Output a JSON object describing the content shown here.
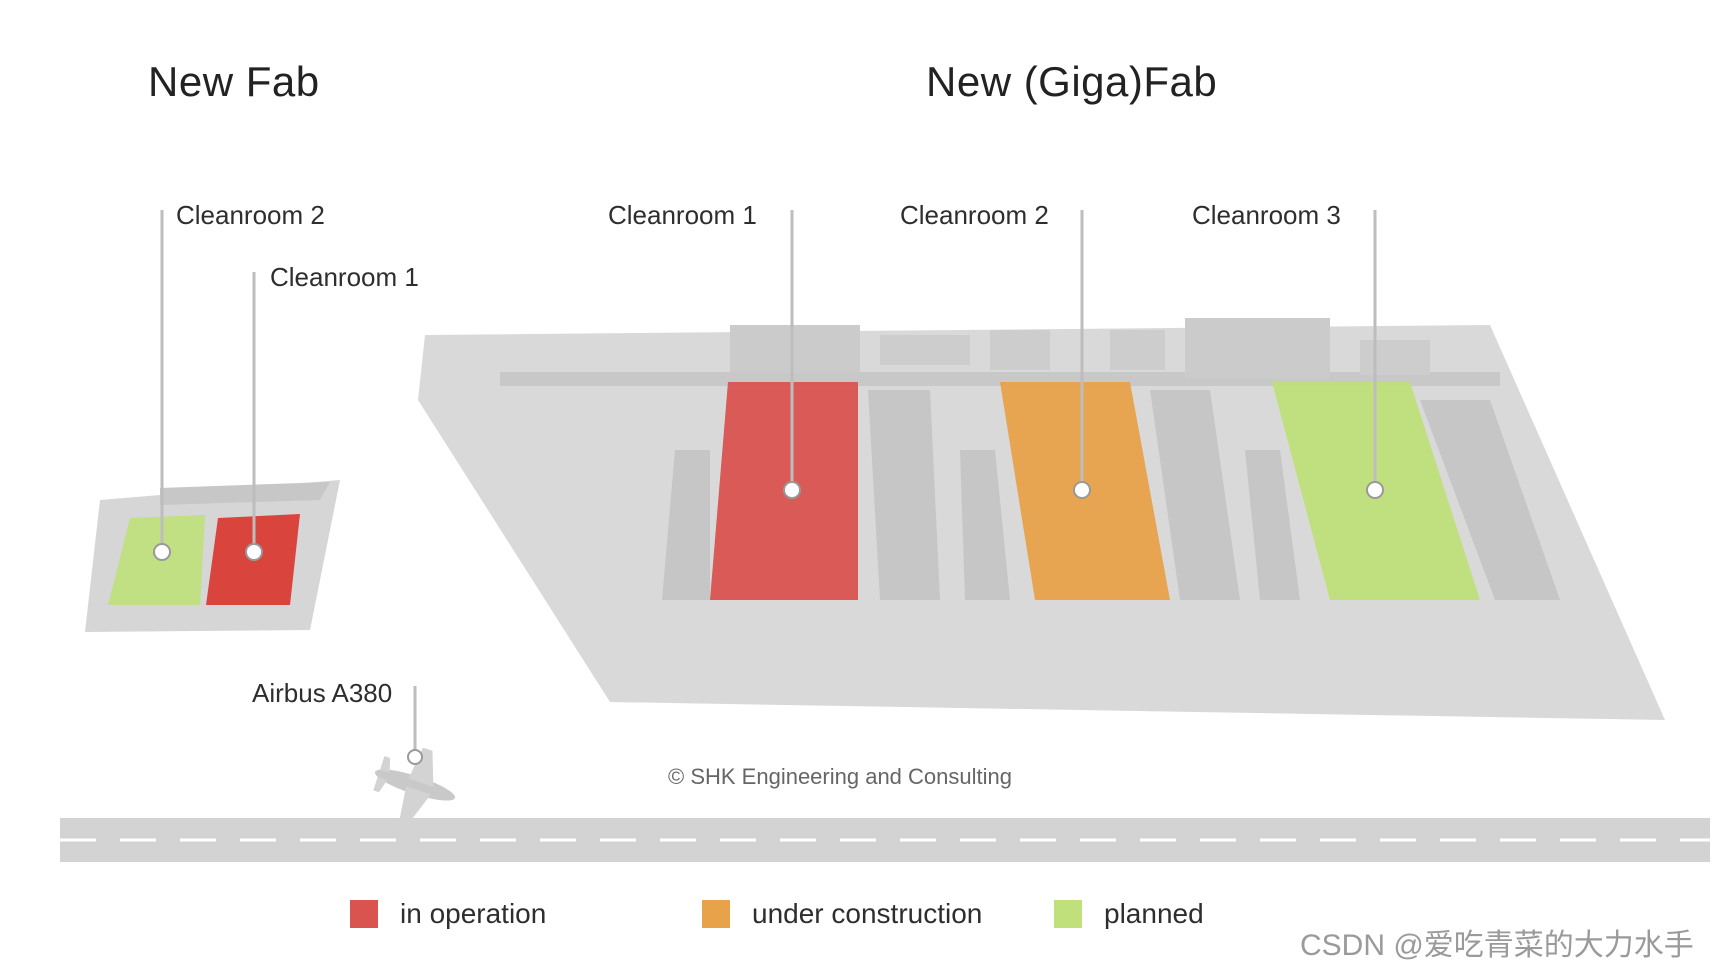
{
  "titles": {
    "new_fab": "New Fab",
    "giga_fab": "New (Giga)Fab"
  },
  "new_fab": {
    "cleanroom_2": "Cleanroom 2",
    "cleanroom_1": "Cleanroom 1"
  },
  "giga_fab": {
    "cleanroom_1": "Cleanroom 1",
    "cleanroom_2": "Cleanroom 2",
    "cleanroom_3": "Cleanroom 3"
  },
  "airplane_label": "Airbus A380",
  "credit": "© SHK Engineering and Consulting",
  "legend": [
    {
      "label": "in operation",
      "color": "#d9534f"
    },
    {
      "label": "under construction",
      "color": "#e8a24a"
    },
    {
      "label": "planned",
      "color": "#bfe07a"
    }
  ],
  "watermark": "CSDN @爱吃青菜的大力水手",
  "colors": {
    "site": "#d9d9d9",
    "building": "#c9c9c9",
    "runway": "#cfcfcf"
  },
  "icons": [
    "airplane-icon"
  ]
}
